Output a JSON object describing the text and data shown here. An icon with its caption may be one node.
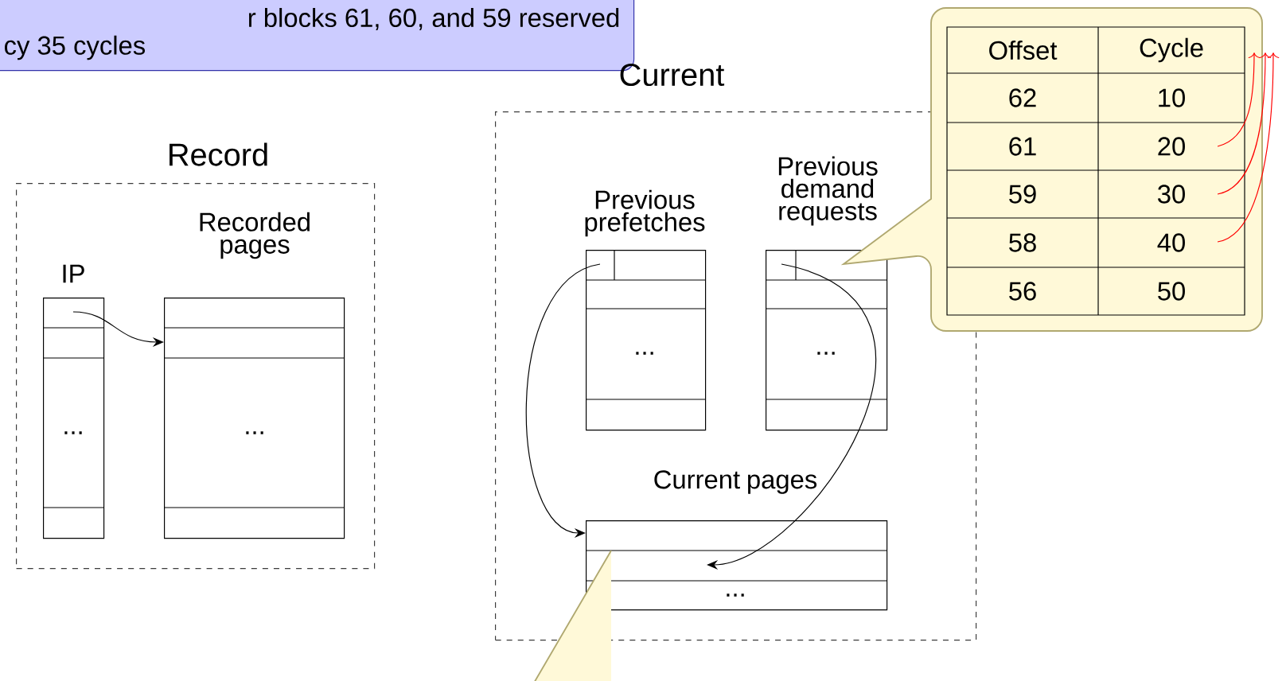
{
  "diagram": {
    "nodes": [
      {
        "text": [
          "r blocks 61, 60, and 59 reserved",
          "cy 35 cycles"
        ]
      },
      {
        "text": [
          "Record"
        ]
      },
      {
        "text": [
          "IP",
          "..."
        ],
        "in": 1
      },
      {
        "text": [
          "Recorded pages",
          "..."
        ],
        "in": 1
      },
      {
        "text": [
          "Current"
        ]
      },
      {
        "text": [
          "Previous prefetches",
          "..."
        ],
        "in": 4
      },
      {
        "text": [
          "Previous demand requests",
          "..."
        ],
        "in": 4
      },
      {
        "text": [
          "Current pages",
          "..."
        ],
        "in": 4
      },
      {
        "text": [
          "Offset",
          "Cycle",
          "62",
          "10",
          "61",
          "20",
          "59",
          "30",
          "58",
          "40",
          "56",
          "50"
        ]
      },
      {
        "text": [],
        "shape": "callout"
      }
    ],
    "edges": [
      {
        "from": 2,
        "to": 3,
        "arrow": "to"
      },
      {
        "from": 5,
        "to": 7,
        "arrow": "to"
      },
      {
        "from": 6,
        "to": 7,
        "arrow": "to"
      }
    ]
  }
}
